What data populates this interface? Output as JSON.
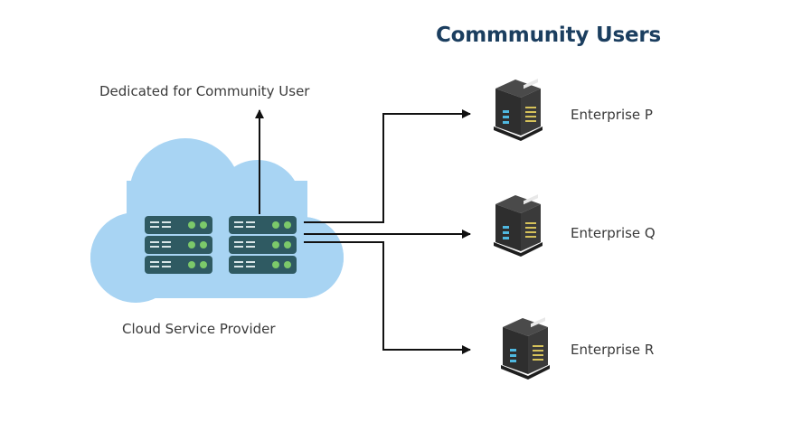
{
  "title": "Commmunity Users",
  "cloud": {
    "label": "Cloud Service Provider",
    "color": "#a8d4f3",
    "server_color": "#2f5a62",
    "led_color": "#7cc96a"
  },
  "dedicated": {
    "label": "Dedicated for Community User"
  },
  "enterprises": [
    {
      "label": "Enterprise P"
    },
    {
      "label": "Enterprise Q"
    },
    {
      "label": "Enterprise R"
    }
  ],
  "colors": {
    "title": "#1b3e5f",
    "text": "#3a3a3a",
    "arrow": "#111111"
  }
}
